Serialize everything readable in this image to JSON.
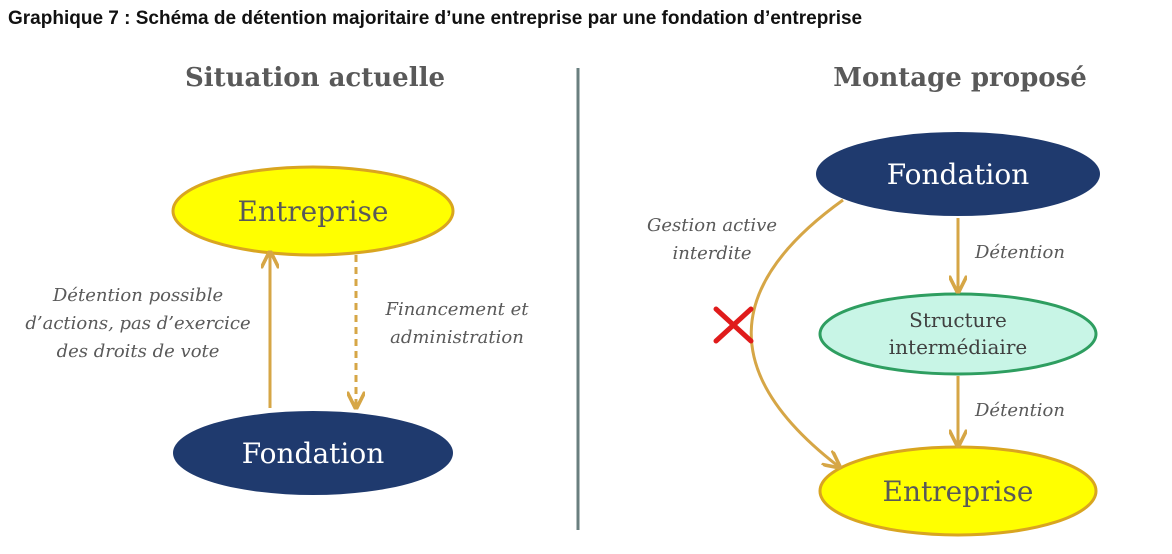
{
  "title": "Graphique 7 : Schéma de détention majoritaire d’une entreprise par une fondation d’entreprise",
  "left": {
    "heading": "Situation actuelle",
    "top_node": "Entreprise",
    "bottom_node": "Fondation",
    "label_left": [
      "Détention possible",
      "d’actions, pas d’exercice",
      "des droits de vote"
    ],
    "label_right": [
      "Financement et",
      "administration"
    ]
  },
  "right": {
    "heading": "Montage proposé",
    "top_node": "Fondation",
    "middle_node": [
      "Structure",
      "intermédiaire"
    ],
    "bottom_node": "Entreprise",
    "label_detention_1": "Détention",
    "label_detention_2": "Détention",
    "label_forbidden": [
      "Gestion active",
      "interdite"
    ]
  },
  "colors": {
    "yellow_fill": "#FFFF00",
    "yellow_stroke": "#D9A520",
    "navy_fill": "#1F3A6E",
    "teal_fill": "#C8F5E6",
    "teal_stroke": "#2E9E60",
    "arrow": "#D6A646",
    "cross": "#E01B1B",
    "divider": "#6A7F7F"
  },
  "icons": {
    "forbidden": "cross-icon"
  }
}
